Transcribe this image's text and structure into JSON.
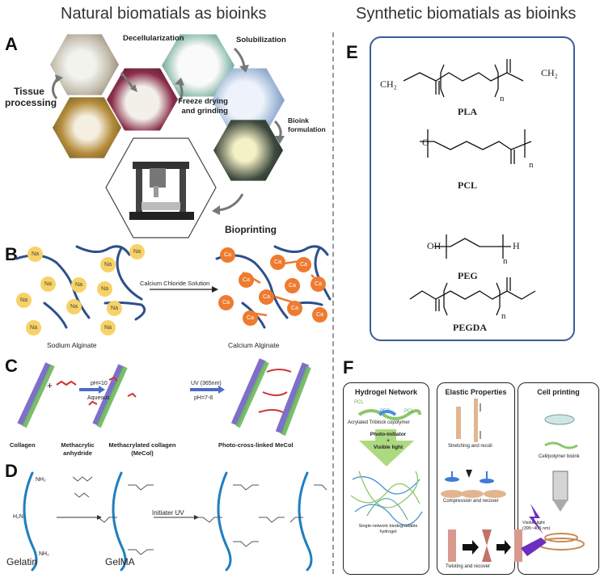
{
  "titles": {
    "left": "Natural biomatials as bioinks",
    "right": "Synthetic biomatials as bioinks"
  },
  "panel_labels": {
    "A": "A",
    "B": "B",
    "C": "C",
    "D": "D",
    "E": "E",
    "F": "F"
  },
  "panelA": {
    "tissue_processing_1": "Tissue",
    "tissue_processing_2": "processing",
    "decellularization": "Decellularization",
    "solubilization": "Solubilization",
    "freeze_1": "Freeze drying",
    "freeze_2": "and grinding",
    "bioink_1": "Bioink",
    "bioink_2": "formulation",
    "bioprinting": "Bioprinting"
  },
  "panelB": {
    "na": "Na",
    "ca": "Ca",
    "arrow_label": "Calcium Chloride Solution",
    "left_caption": "Sodium Alginate",
    "right_caption": "Calcium Alginate"
  },
  "panelC": {
    "plus": "+",
    "cond1_top": "pH=10",
    "cond1_bottom": "Aqueous",
    "cond2_top": "UV (365nm)",
    "cond2_bottom": "pH=7-8",
    "collagen": "Collagen",
    "methacrylic_1": "Methacrylic",
    "methacrylic_2": "anhydride",
    "mecol_1": "Methacrylated collagen",
    "mecol_2": "(MeCol)",
    "photo": "Photo-cross-linked MeCol"
  },
  "panelD": {
    "nh2": "NH₂",
    "h2n": "H₂N",
    "initiator": "Initiater UV",
    "gelatin": "Gelatin",
    "gelma": "GelMA"
  },
  "panelE": {
    "names": [
      "PLA",
      "PCL",
      "PEG",
      "PEGDA"
    ],
    "ch2": "CH₂",
    "n": "n",
    "oh": "OH",
    "h": "H",
    "o": "O"
  },
  "panelF": {
    "hydrogel_title": "Hydrogel Network",
    "pcl": "PCL",
    "peg": "PEG",
    "triblock": "Acrylated Triblock copolymer",
    "photo_1": "Photo-initiator",
    "photo_plus": "+",
    "photo_2": "Visible light",
    "single_1": "Single-network biodegradable",
    "single_2": "hydrogel",
    "elastic_title": "Elastic Properties",
    "stretch": "Stretching and recoil",
    "compress": "Compression and recover",
    "twist": "Twisting and recover",
    "cell_title": "Cell printing",
    "cell_bioink": "Cell/polymer bioink",
    "visible_1": "Visible light",
    "visible_2": "(395~405 nm)"
  },
  "colors": {
    "accent_blue": "#3a5c9a",
    "strand_blue": "#2d4f8c",
    "sodium": "#f7d266",
    "calcium": "#ee7b2f",
    "arrow_green": "#9fd36a"
  }
}
